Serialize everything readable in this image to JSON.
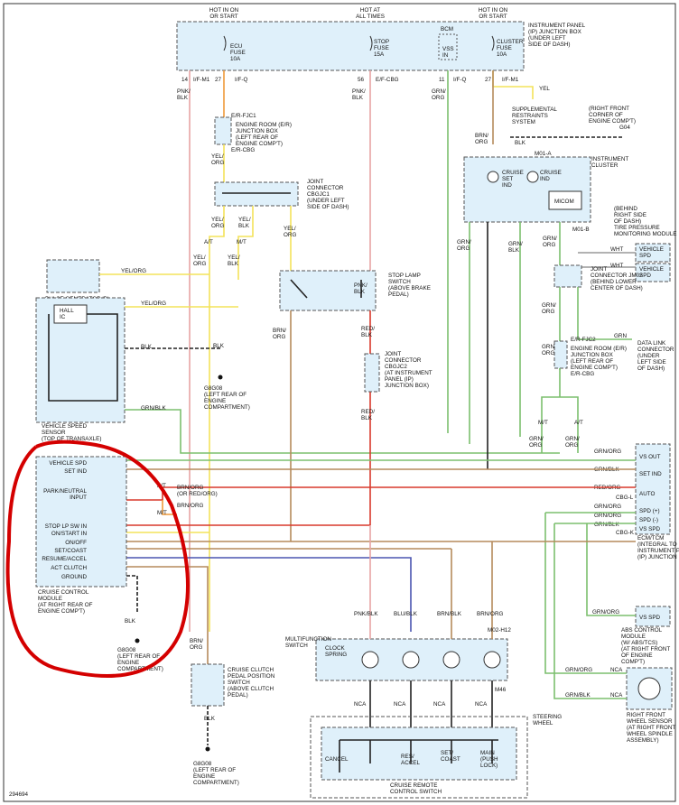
{
  "top_labels": {
    "hot_run_left": "HOT IN ON\nOR START",
    "hot_all_times": "HOT AT\nALL TIMES",
    "hot_run_right": "HOT IN ON\nOR START"
  },
  "junction_box": {
    "title": "INSTRUMENT PANEL\n(IP) JUNCTION BOX\n(UNDER LEFT\nSIDE OF DASH)",
    "ecu_fuse": "ECU\nFUSE\n10A",
    "stop_fuse": "STOP\nFUSE\n15A",
    "cluster_fuse": "CLUSTER\nFUSE\n10A",
    "bcm": "BCM",
    "vss_in": "VSS\nIN"
  },
  "connectors": {
    "c14": "14",
    "c27a": "27",
    "c56": "56",
    "c11": "11",
    "c27b": "27",
    "ifm1": "I/F-M1",
    "ifq": "I/F-Q",
    "efcbg": "E/F-CBG",
    "ifq2": "I/F-Q",
    "ifm1b": "I/F-M1"
  },
  "wire_labels": {
    "pnk_blk_1": "PNK/\nBLK",
    "org_1": "ORG",
    "pnk_blk_2": "PNK/\nBLK",
    "grn_org_1": "GRN/\nORG",
    "yel": "YEL",
    "blk_g04": "BLK",
    "yel_org_1": "YEL/\nORG",
    "brn_org_1": "BRN/\nORG",
    "yel_org_a": "YEL/\nORG",
    "yel_blk": "YEL/\nBLK",
    "yel_org_b": "YEL/\nORG",
    "yel_org_2": "YEL/\nORG",
    "yel_blk_2": "YEL/\nBLK",
    "yel_org_3": "YEL/\nORG",
    "yel_org_4": "YEL/\nORG",
    "pnk_blk_3": "PNK/\nBLK",
    "yel_org_pulse": "YEL/ORG",
    "yel_org_vss": "YEL/ORG",
    "blk_vss": "BLK",
    "blk_vss2": "BLK",
    "grn_blk_vss": "GRN/BLK",
    "red_blk": "RED/\nBLK",
    "brn_org_2": "BRN/\nORG",
    "red_blk_2": "RED/\nBLK",
    "grn_org_2": "GRN/\nORG",
    "grn_blk_ic": "GRN/\nBLK",
    "grn_org_3": "GRN/\nORG",
    "wht1": "WHT",
    "wht2": "WHT",
    "wht3": "WHT",
    "grn_org_4": "GRN/\nORG",
    "grn_org_5": "GRN/\nORG",
    "grn_dlc": "GRN",
    "grn_org_6": "GRN/\nORG",
    "grn_org_7": "GRN/\nORG",
    "blk_mid": "BLK",
    "grn_blk_mid": "GRN/\nBLK",
    "grn_org_8": "GRN/\nORG",
    "grn_blk_8": "GRN/\nBLK",
    "brn_org_3": "BRN/\nORG",
    "brn_org_4": "BRN/\nORG",
    "blk_ccm": "BLK",
    "blk_ccs": "BLK",
    "pnk_blk_ms": "PNK/BLK",
    "blu_blk_ms": "BLU/BLK",
    "brn_blk_ms": "BRN/BLK",
    "brn_org_ms": "BRN/ORG",
    "nca1": "NCA",
    "nca2": "NCA",
    "nca3": "NCA",
    "nca4": "NCA",
    "grn_org_abs": "GRN/ORG",
    "grn_org_w": "GRN/ORG",
    "grn_blk_w": "GRN/BLK",
    "nca_w1": "NCA",
    "nca_w2": "NCA",
    "grn_org_row": "GRN/ORG",
    "grn_blk_row": "GRN/BLK",
    "red_org_row": "RED/ORG",
    "grn_org_r55": "GRN/ORG",
    "grn_org_r56": "GRN/ORG",
    "grn_blk_r54": "GRN/BLK",
    "brn_org_top": "BRN/ORG\n(OR RED/ORG)",
    "brn_org_mt": "BRN/ORG",
    "at": "A/T",
    "mt": "M/T",
    "at2": "A/T",
    "mt2": "M/T",
    "at3": "A/T",
    "mt3": "M/T"
  },
  "components": {
    "er_fjc1": "E/R-FJC1",
    "engine_room_jb": "ENGINE ROOM (E/R)\nJUNCTION BOX\n(LEFT REAR OF\nENGINE COMP'T)",
    "er_cbg": "E/R-CBG",
    "joint_cbgjc1": "JOINT\nCONNECTOR\nCBGJC1\n(UNDER LEFT\nSIDE OF DASH)",
    "srs": "SUPPLEMENTAL\nRESTRAINTS\nSYSTEM",
    "g04": "(RIGHT FRONT\nCORNER OF\nENGINE COMP'T)",
    "g04_label": "G04",
    "m01a": "M01-A",
    "instrument_cluster": "INSTRUMENT\nCLUSTER",
    "cruise_set": "CRUISE\nSET\nIND",
    "cruise_ind": "CRUISE\nIND",
    "micom": "MICOM",
    "m01b": "M01-B",
    "tpms": "(BEHIND\nRIGHT SIDE\nOF DASH)\nTIRE PRESSURE\nMONITORING MODULE",
    "vehicle_spd_1": "VEHICLE\nSPD",
    "vehicle_spd_2": "VEHICLE\nSPD",
    "pulse_gen": "PULSE GENERATOR 'B'\n(TOP OF TRANSAXLE)",
    "stop_lamp": "STOP LAMP\nSWITCH\n(ABOVE BRAKE\nPEDAL)",
    "joint_jm02": "JOINT\nCONNECTOR JM02\n(BEHIND LOWER\nCENTER OF DASH)",
    "dlc": "DATA LINK\nCONNECTOR\n(UNDER\nLEFT SIDE\nOF DASH)",
    "hall_ic": "HALL\nIC",
    "g8g08_a": "G8G08\n(LEFT REAR OF\nENGINE\nCOMPARTMENT)",
    "joint_cbgjc2": "JOINT\nCONNECTOR\nCBGJC2\n(AT INSTRUMENT\nPANEL (IP)\nJUNCTION BOX)",
    "er_fjc2": "E/R-FJC2",
    "engine_room_jb2": "ENGINE ROOM (E/R)\nJUNCTION BOX\n(LEFT REAR OF\nENGINE COMP'T)",
    "er_cbg2": "E/R-CBG",
    "vss": "VEHICLE SPEED\nSENSOR\n(TOP OF TRANSAXLE)",
    "ecm": "ECM/TCM\n(INTEGRAL TO\nINSTRUMENT PANEL\n(IP) JUNCTION BOX)",
    "vs_out": "VS OUT",
    "set_ind_e": "SET IND",
    "auto": "AUTO",
    "spd_plus": "SPD (+)",
    "spd_minus": "SPD (-)",
    "vs_spd_e": "VS SPD",
    "cbg_l": "CBG-L",
    "cbg_k": "CBG-K",
    "abs_vs_spd": "VS SPD",
    "abs": "ABS CONTROL\nMODULE\n(W/ ABS/TCS)\n(AT RIGHT FRONT\nOF ENGINE\nCOMP'T)",
    "rf_wheel": "RIGHT FRONT\nWHEEL SENSOR\n(AT RIGHT FRONT\nWHEEL SPINDLE\nASSEMBLY)",
    "ccm_title": "CRUISE CONTROL\nMODULE\n(AT RIGHT REAR OF\nENGINE COMP'T)",
    "ccm_pins": [
      "VEHICLE SPD",
      "SET IND",
      "PARK/NEUTRAL\nINPUT",
      "STOP LP SW IN",
      "ON/START IN",
      "ON/OFF",
      "SET/COAST",
      "RESUME/ACCEL",
      "ACT CLUTCH",
      "GROUND"
    ],
    "g8g08_b": "G8G08\n(LEFT REAR OF\nENGINE\nCOMPARTMENT)",
    "clutch_sw": "CRUISE CLUTCH\nPEDAL POSITION\nSWITCH\n(ABOVE CLUTCH\nPEDAL)",
    "g8g08_c": "G8G08\n(LEFT REAR OF\nENGINE\nCOMPARTMENT)",
    "multifunction": "MULTIFUNCTION\nSWITCH",
    "clock_spring": "CLOCK\nSPRING",
    "m02h12": "M02-H12",
    "m46": "M46",
    "steering_wheel": "STEERING\nWHEEL",
    "cancel": "CANCEL",
    "res_accel": "RES/\nACCEL",
    "set_coast": "SET/\nCOAST",
    "main": "MAIN\n(PUSH\nLOCK)",
    "cruise_remote": "CRUISE REMOTE\nCONTROL SWITCH",
    "figure_id": "294694"
  }
}
